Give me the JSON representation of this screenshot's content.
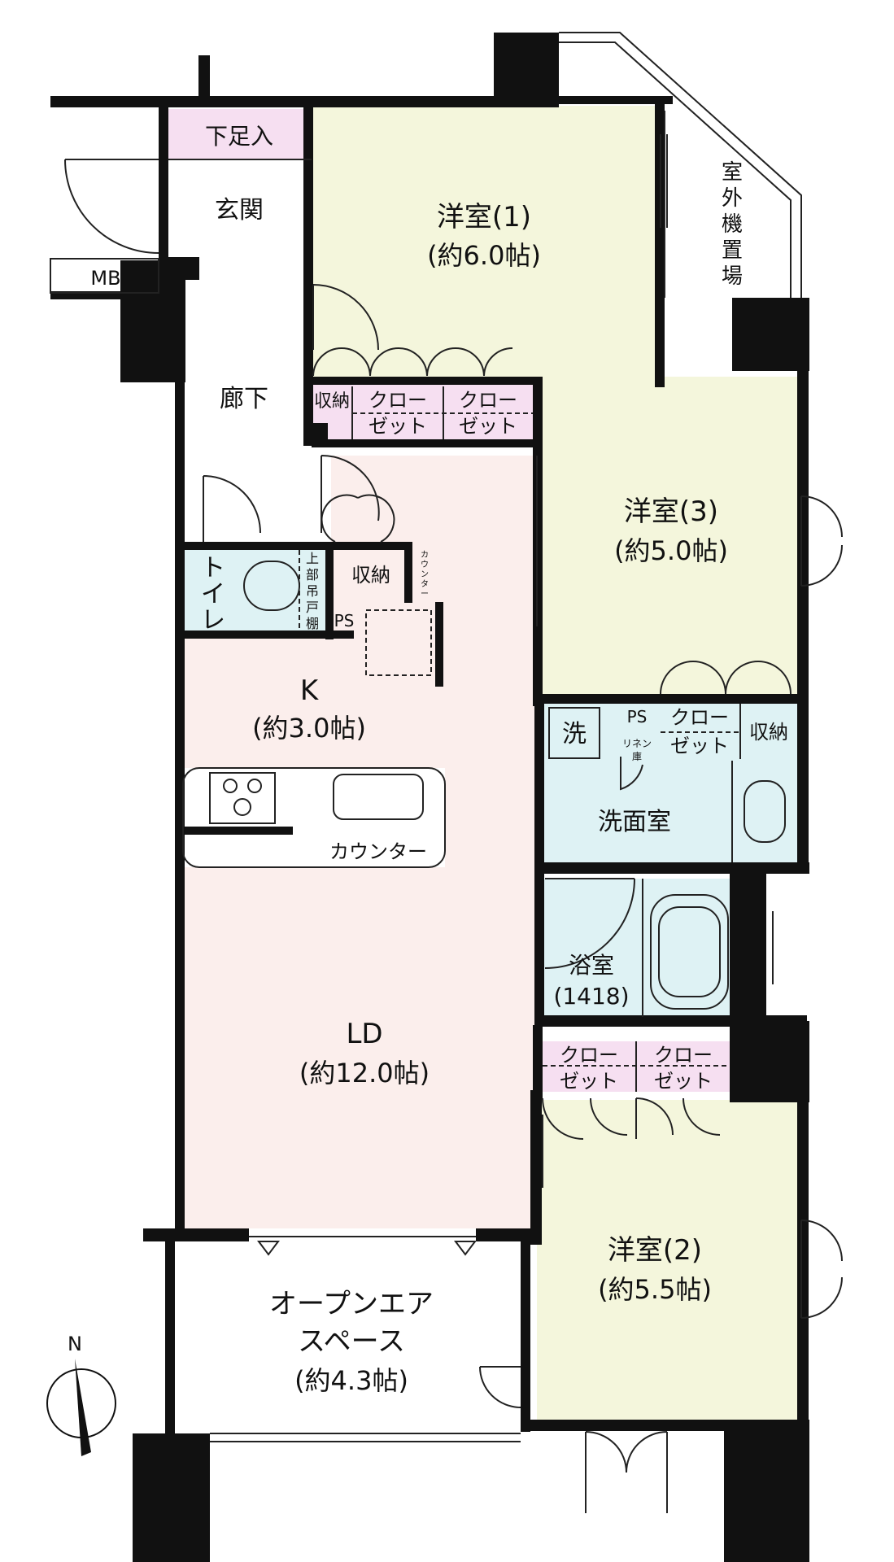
{
  "colors": {
    "room_yellow": "#f4f6dc",
    "room_pink": "#fbeeec",
    "closet_pink": "#f6dff1",
    "wet_cyan": "#def2f4",
    "wall": "#111111",
    "floor_white": "#ffffff"
  },
  "labels": {
    "shoe_closet": "下足入",
    "entrance": "玄関",
    "mb": "MB",
    "hallway": "廊下",
    "storage_small": "収納",
    "closet_line1": "クロー",
    "closet_line2": "ゼット",
    "room1_name": "洋室(1)",
    "room1_size": "(約6.0帖)",
    "outdoor_unit": [
      "室",
      "外",
      "機",
      "置",
      "場"
    ],
    "room3_name": "洋室(3)",
    "room3_size": "(約5.0帖)",
    "toilet": [
      "ト",
      "イ",
      "レ"
    ],
    "upper_shelf": [
      "上",
      "部",
      "吊",
      "戸",
      "棚"
    ],
    "storage": "収納",
    "counter_small": [
      "カ",
      "ウ",
      "ン",
      "タ",
      "ー"
    ],
    "ps": "PS",
    "kitchen_name": "K",
    "kitchen_size": "(約3.0帖)",
    "counter": "カウンター",
    "washer": "洗",
    "linen_line1": "リネン",
    "linen_line2": "庫",
    "washroom": "洗面室",
    "bathroom_name": "浴室",
    "bathroom_size": "(1418)",
    "ld_name": "LD",
    "ld_size": "(約12.0帖)",
    "room2_name": "洋室(2)",
    "room2_size": "(約5.5帖)",
    "open_air_line1": "オープンエア",
    "open_air_line2": "スペース",
    "open_air_size": "(約4.3帖)",
    "north": "N"
  }
}
